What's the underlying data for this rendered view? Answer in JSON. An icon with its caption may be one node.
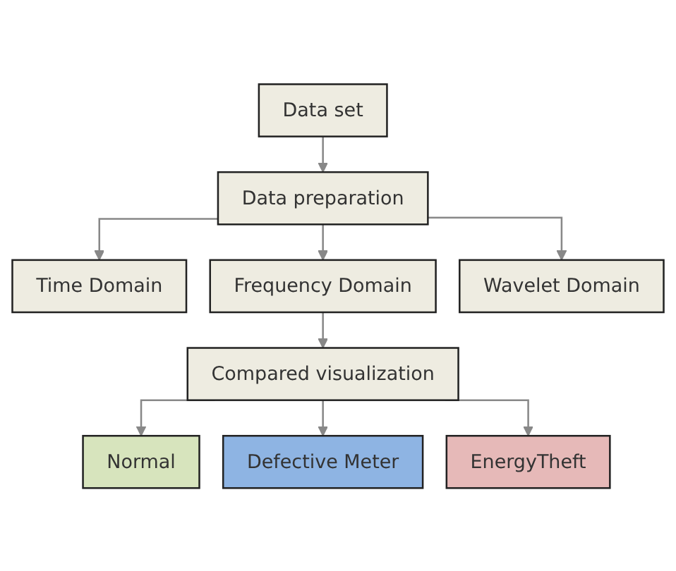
{
  "diagram": {
    "nodes": [
      {
        "text": [
          "Data set"
        ]
      },
      {
        "text": [
          "Data preparation"
        ]
      },
      {
        "text": [
          "Time Domain"
        ]
      },
      {
        "text": [
          "Frequency Domain"
        ]
      },
      {
        "text": [
          "Wavelet Domain"
        ]
      },
      {
        "text": [
          "Compared visualization"
        ]
      },
      {
        "text": [
          "Normal"
        ]
      },
      {
        "text": [
          "Defective Meter"
        ]
      },
      {
        "text": [
          "EnergyTheft"
        ]
      }
    ],
    "edges": [
      {
        "from": 0,
        "to": 1,
        "arrow": "to"
      },
      {
        "from": 1,
        "to": 2,
        "arrow": "to"
      },
      {
        "from": 1,
        "to": 3,
        "arrow": "to"
      },
      {
        "from": 1,
        "to": 4,
        "arrow": "to"
      },
      {
        "from": 3,
        "to": 5,
        "arrow": "to"
      },
      {
        "from": 5,
        "to": 6,
        "arrow": "to"
      },
      {
        "from": 5,
        "to": 7,
        "arrow": "to"
      },
      {
        "from": 5,
        "to": 8,
        "arrow": "to"
      }
    ]
  }
}
